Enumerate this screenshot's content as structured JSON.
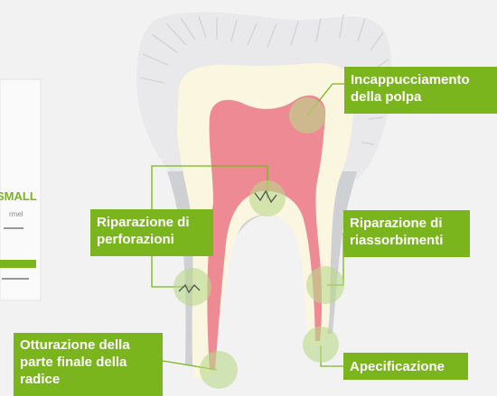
{
  "labels": {
    "incappucciamento": [
      "Incappucciamento",
      "della polpa"
    ],
    "perforazioni": [
      "Riparazione di",
      "perforazioni"
    ],
    "riassorbimenti": [
      "Riparazione di",
      "riassorbimenti"
    ],
    "otturazione": [
      "Otturazione della",
      "parte finale della",
      "radice"
    ],
    "apicificazione": [
      "Apecificazione"
    ]
  },
  "product_box": {
    "brand_text": "SMALL",
    "small_text": "rmel"
  },
  "colors": {
    "accent_green": "#7ab51d",
    "background": "#f2f2f3",
    "enamel": "#e9e9eb",
    "dentin": "#fbf6e0",
    "pulp": "#ee8a93",
    "spot": "#cfe3a8"
  }
}
